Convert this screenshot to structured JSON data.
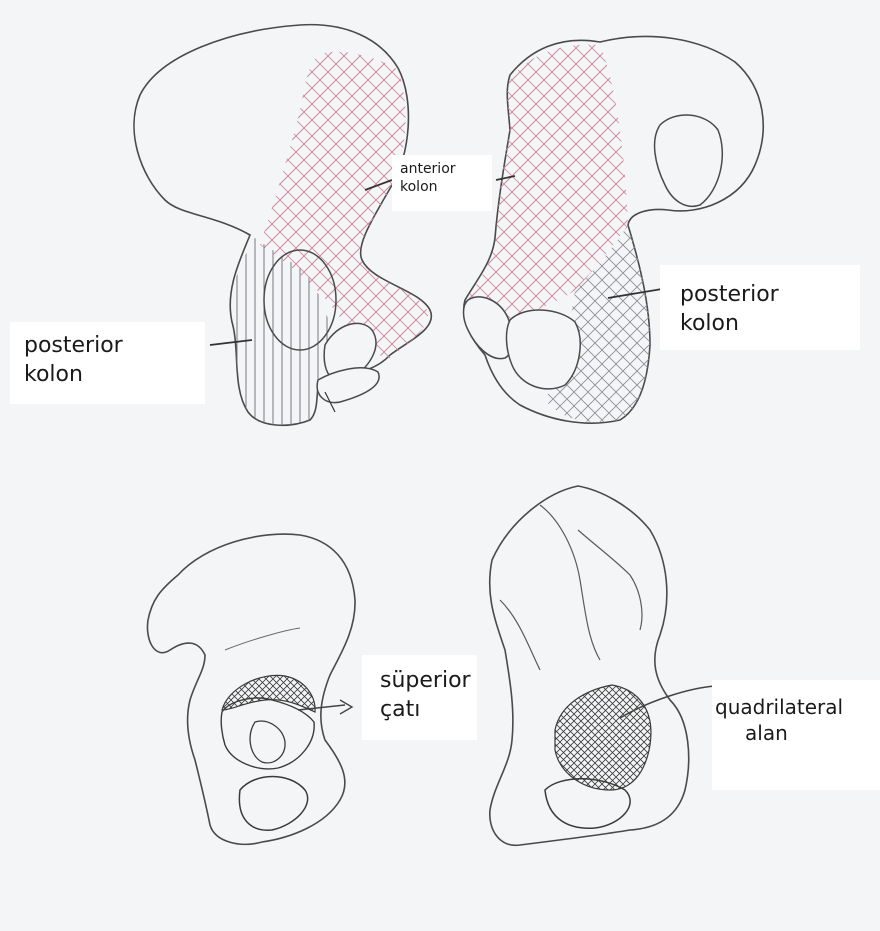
{
  "labels": {
    "anterior_kolon": {
      "line1": "anterior",
      "line2": "kolon"
    },
    "posterior_kolon_left": {
      "line1": "posterior",
      "line2": "kolon"
    },
    "posterior_kolon_right": {
      "line1": "posterior",
      "line2": "kolon"
    },
    "superior_cati": {
      "line1": "süperior",
      "line2": "çatı"
    },
    "quadrilateral_alan": {
      "line1": "quadrilateral",
      "line2": "alan"
    }
  },
  "colors": {
    "outline": "#4a4a4a",
    "anterior_hatch": "#c98a9a",
    "posterior_hatch": "#6a6a78",
    "background": "#f4f5f6",
    "label_bg": "#ffffff"
  }
}
